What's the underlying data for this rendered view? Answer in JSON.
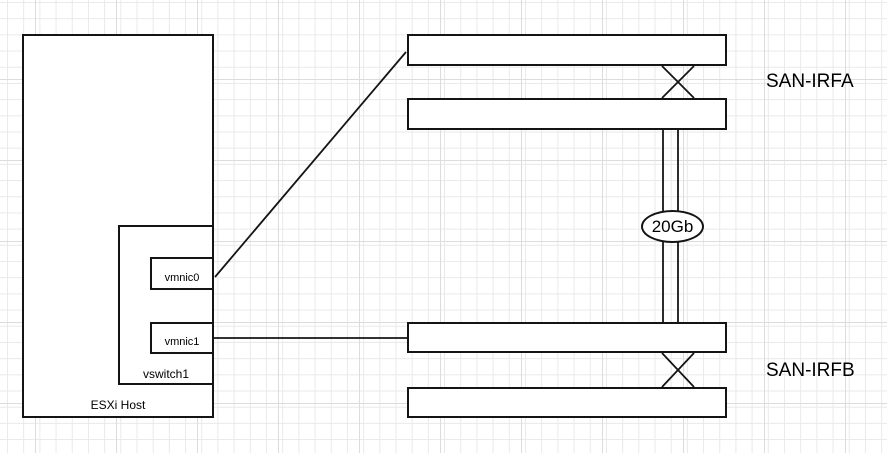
{
  "host": {
    "label": "ESXi Host",
    "vswitch": {
      "label": "vswitch1",
      "nics": [
        {
          "label": "vmnic0"
        },
        {
          "label": "vmnic1"
        }
      ]
    }
  },
  "fabrics": [
    {
      "label": "SAN-IRFA"
    },
    {
      "label": "SAN-IRFB"
    }
  ],
  "irf_link": {
    "label": "20Gb"
  },
  "connections": [
    {
      "from": "vmnic0",
      "to": "SAN-IRFA",
      "type": "uplink"
    },
    {
      "from": "vmnic1",
      "to": "SAN-IRFB",
      "type": "uplink"
    },
    {
      "from": "SAN-IRFA",
      "to": "SAN-IRFB",
      "type": "double-link",
      "label": "20Gb"
    },
    {
      "within": "SAN-IRFA",
      "type": "crossover"
    },
    {
      "within": "SAN-IRFB",
      "type": "crossover"
    }
  ],
  "colors": {
    "stroke": "#141414",
    "shape_fill": "#ffffff",
    "grid_minor": "#e9e9e9",
    "grid_major": "#dcdcdc",
    "text": "#000000"
  }
}
